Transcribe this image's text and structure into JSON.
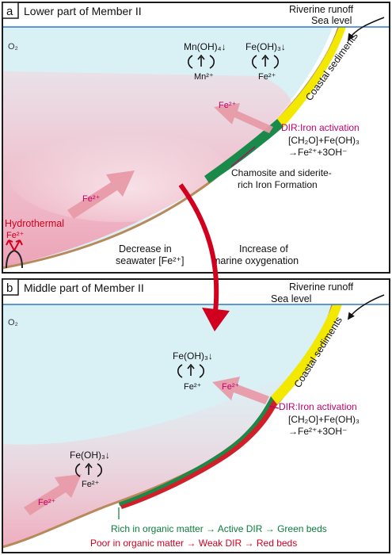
{
  "colors": {
    "seawater": "#d9f1f5",
    "pink_plume": "#f3c6d0",
    "arrow_pink": "#e89aa8",
    "seafloor": "#b8895a",
    "coastal_yellow": "#f2e800",
    "green_band": "#1a8a4a",
    "red_band": "#d11f2a",
    "magenta_text": "#c0006a",
    "red_text": "#d1001f",
    "green_text": "#0a7d3a",
    "sea_level_line": "#2e78c8",
    "panel_border": "#1a1a1a"
  },
  "panel_a": {
    "letter": "a",
    "title": "Lower part of Member II",
    "riverine_runoff": "Riverine runoff",
    "sea_level": "Sea level",
    "o2": "O₂",
    "mn_hydroxide": "Mn(OH)₄↓",
    "mn_ion": "Mn²⁺",
    "fe_hydroxide": "Fe(OH)₃↓",
    "fe_ion_cycle": "Fe²⁺",
    "coastal_sediments": "Coastal sediments",
    "fe_ion_arrow_upper": "Fe²⁺",
    "fe_ion_arrow_middle": "Fe²⁺",
    "dir_title": "DIR:Iron activation",
    "dir_eq_1": "[CH₂O]+Fe(OH)₃",
    "dir_eq_2": "→Fe²⁺+3OH⁻",
    "iron_formation_1": "Chamosite and siderite-",
    "iron_formation_2": "rich Iron Formation",
    "hydrothermal": "Hydrothermal",
    "hydrothermal_fe": "Fe²⁺",
    "decrease_1": "Decrease in",
    "decrease_2": "seawater [Fe²⁺]",
    "increase_1": "Increase of",
    "increase_2": "marine oxygenation"
  },
  "panel_b": {
    "letter": "b",
    "title": "Middle part of Member II",
    "riverine_runoff": "Riverine runoff",
    "sea_level": "Sea level",
    "o2": "O₂",
    "coastal_sediments": "Coastal sediments",
    "fe_hydroxide_upper": "Fe(OH)₃↓",
    "fe_ion_upper": "Fe²⁺",
    "fe_ion_arrow_upper": "Fe²⁺",
    "fe_hydroxide_lower": "Fe(OH)₃↓",
    "fe_ion_lower": "Fe²⁺",
    "fe_ion_arrow_lower": "Fe²⁺",
    "dir_title": "DIR:Iron activation",
    "dir_eq_1": "[CH₂O]+Fe(OH)₃",
    "dir_eq_2": "→Fe²⁺+3OH⁻",
    "green_beds": "Rich in organic matter → Active DIR → Green beds",
    "red_beds": "Poor in organic matter → Weak DIR → Red beds"
  }
}
